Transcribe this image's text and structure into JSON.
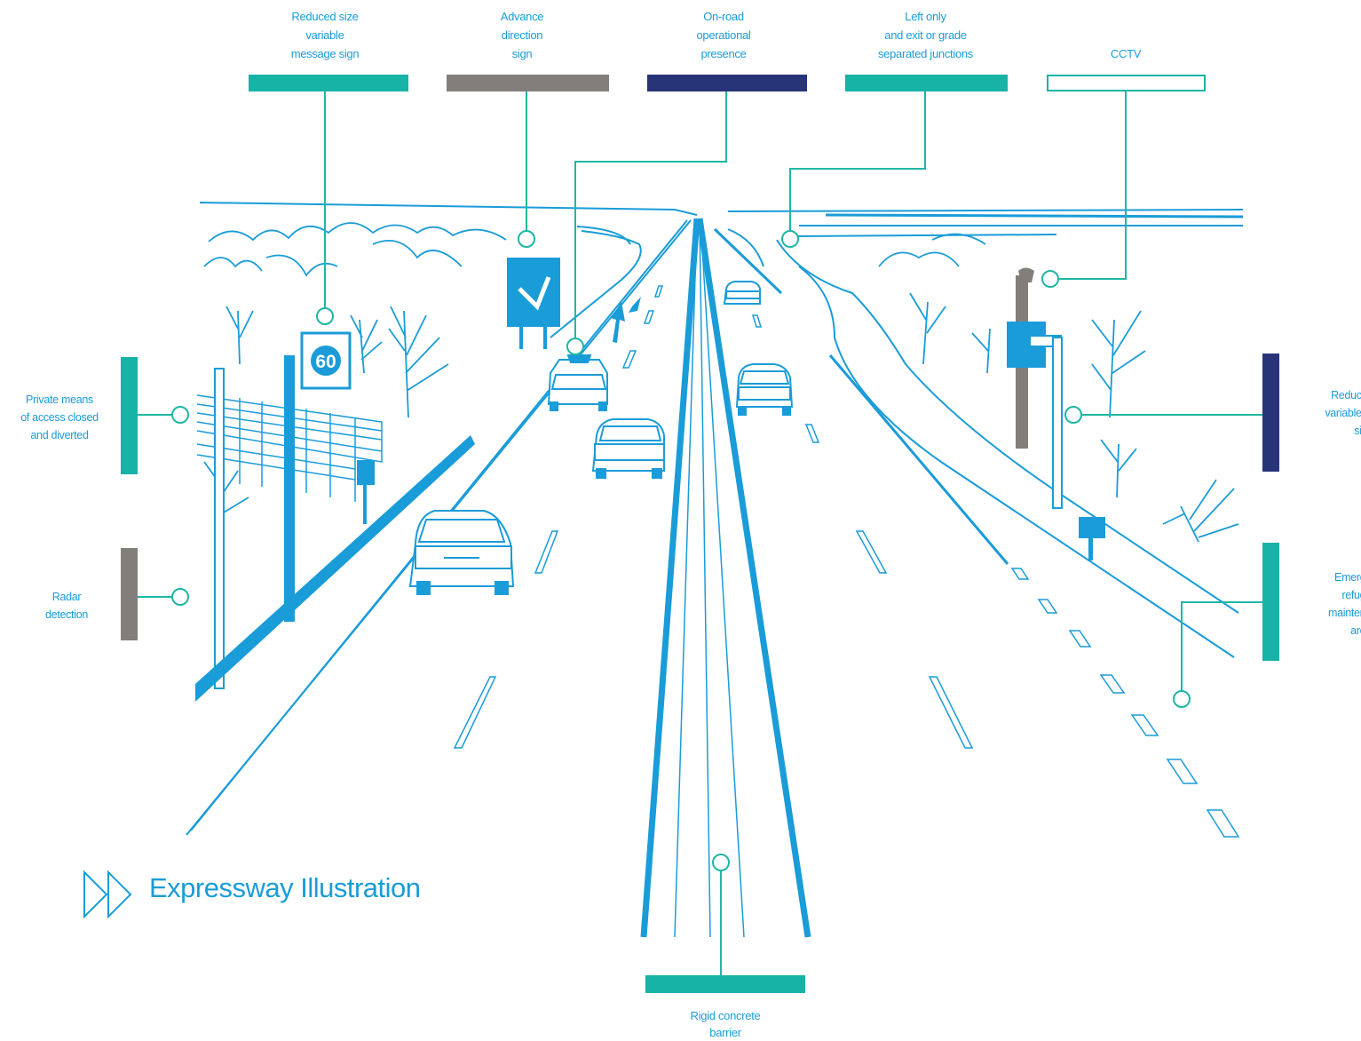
{
  "title": "Expressway Illustration",
  "colors": {
    "teal": "#17b3a6",
    "grey": "#827f7b",
    "navy": "#283478",
    "line_blue": "#1a9cd8",
    "leader_green": "#1fb7a3"
  },
  "icons": {
    "title_marker": "double-chevron-right-icon"
  },
  "labels": {
    "vms_small": "Reduced size\nvariable\nmessage sign",
    "advance_direction": "Advance\ndirection\nsign",
    "onroad": "On-road\noperational\npresence",
    "left_only": "Left only\nand exit or grade\nseparated junctions",
    "cctv": "CCTV",
    "private_access": "Private means\nof access closed\nand diverted",
    "radar": "Radar\ndetection",
    "vms_right": "Reduced\nvariable m\nsign",
    "emergency": "Emerge\nrefuge\nmaintena\narea",
    "barrier": "Rigid concrete\nbarrier"
  }
}
